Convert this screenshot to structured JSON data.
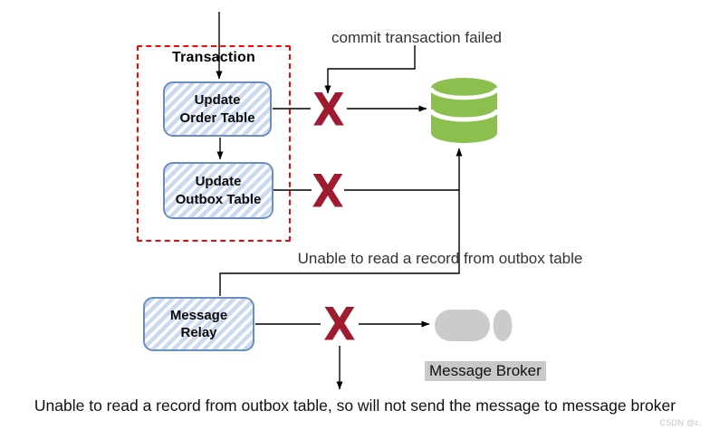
{
  "colors": {
    "transaction_border": "#f50505",
    "node_border": "#6c8ebf",
    "node_stripe": "#ccdaf1",
    "fail_x": "#9e1b30",
    "database_green": "#8cbf4d",
    "broker_gray": "#cbcbcb",
    "label_highlight": "#c9c9c9",
    "connector": "#000000"
  },
  "diagram": {
    "transaction_group_label": "Transaction",
    "boxes": {
      "update_order": {
        "line1": "Update",
        "line2": "Order Table"
      },
      "update_outbox": {
        "line1": "Update",
        "line2": "Outbox Table"
      },
      "message_relay": {
        "line1": "Message",
        "line2": "Relay"
      }
    },
    "fail_x_glyph": "X",
    "annotations": {
      "commit_failed": "commit transaction failed",
      "unable_read": "Unable to read a record from outbox table",
      "bottom_note": "Unable to read a record from outbox table, so will not send the message to message broker"
    },
    "icons": {
      "database": "database-cylinder-icon",
      "message_broker": "horizontal-cylinder-icon",
      "failure": "fail-x-icon"
    },
    "message_broker_label": "Message Broker",
    "watermark": "CSDN @c."
  }
}
